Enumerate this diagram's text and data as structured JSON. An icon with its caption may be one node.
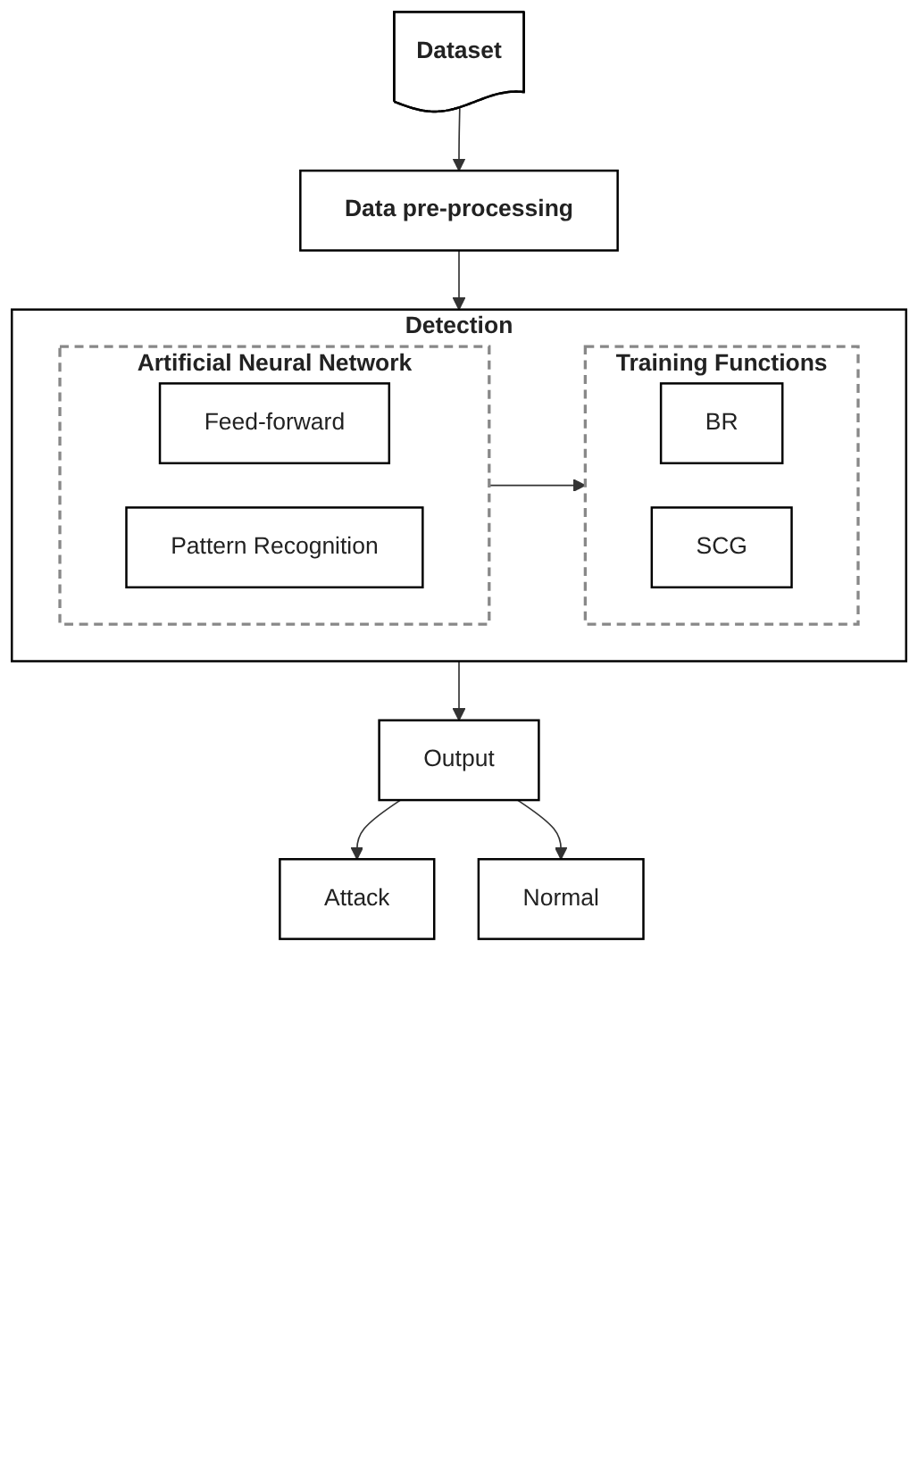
{
  "diagram": {
    "nodes": [
      {
        "text": [
          "Dataset"
        ]
      },
      {
        "text": [
          "Data pre-processing"
        ]
      },
      {
        "text": [
          "Detection"
        ]
      },
      {
        "text": [
          "Artificial Neural Network"
        ],
        "in": 2
      },
      {
        "text": [
          "Feed-forward"
        ],
        "in": 3
      },
      {
        "text": [
          "Pattern Recognition"
        ],
        "in": 3
      },
      {
        "text": [
          "Training Functions"
        ],
        "in": 2
      },
      {
        "text": [
          "BR"
        ],
        "in": 6
      },
      {
        "text": [
          "SCG"
        ],
        "in": 6
      },
      {
        "text": [
          "Output"
        ]
      },
      {
        "text": [
          "Attack"
        ]
      },
      {
        "text": [
          "Normal"
        ]
      }
    ],
    "edges": [
      {
        "from": 0,
        "to": 1,
        "arrow": "to"
      },
      {
        "from": 1,
        "to": 2,
        "arrow": "to"
      },
      {
        "from": 3,
        "to": 6,
        "arrow": "to"
      },
      {
        "from": 2,
        "to": 9,
        "arrow": "to"
      },
      {
        "from": 9,
        "to": 10,
        "arrow": "to"
      },
      {
        "from": 9,
        "to": 11,
        "arrow": "to"
      }
    ]
  }
}
